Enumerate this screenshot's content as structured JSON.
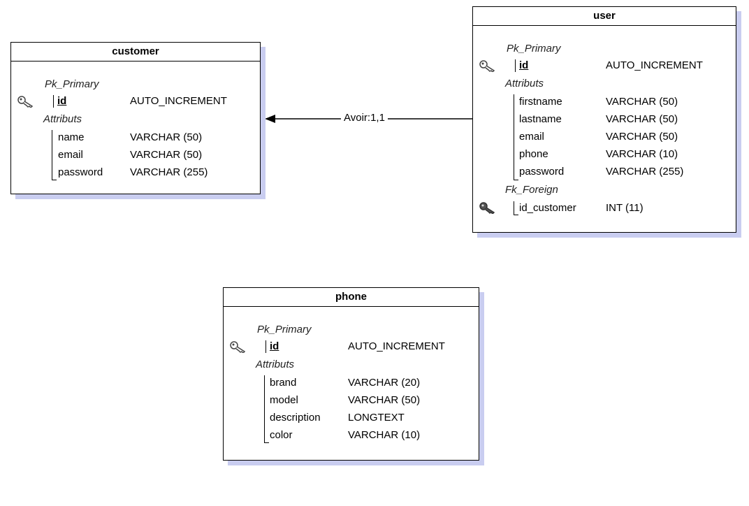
{
  "entities": {
    "customer": {
      "title": "customer",
      "pk_label": "Pk_Primary",
      "pk_field": {
        "name": "id",
        "type": "AUTO_INCREMENT"
      },
      "attr_label": "Attributs",
      "attributes": [
        {
          "name": "name",
          "type": "VARCHAR (50)"
        },
        {
          "name": "email",
          "type": "VARCHAR (50)"
        },
        {
          "name": "password",
          "type": "VARCHAR (255)"
        }
      ]
    },
    "user": {
      "title": "user",
      "pk_label": "Pk_Primary",
      "pk_field": {
        "name": "id",
        "type": "AUTO_INCREMENT"
      },
      "attr_label": "Attributs",
      "attributes": [
        {
          "name": "firstname",
          "type": "VARCHAR (50)"
        },
        {
          "name": "lastname",
          "type": "VARCHAR (50)"
        },
        {
          "name": "email",
          "type": "VARCHAR (50)"
        },
        {
          "name": "phone",
          "type": "VARCHAR (10)"
        },
        {
          "name": "password",
          "type": "VARCHAR (255)"
        }
      ],
      "fk_label": "Fk_Foreign",
      "fk_field": {
        "name": "id_customer",
        "type": "INT (11)"
      }
    },
    "phone": {
      "title": "phone",
      "pk_label": "Pk_Primary",
      "pk_field": {
        "name": "id",
        "type": "AUTO_INCREMENT"
      },
      "attr_label": "Attributs",
      "attributes": [
        {
          "name": "brand",
          "type": "VARCHAR (20)"
        },
        {
          "name": "model",
          "type": "VARCHAR (50)"
        },
        {
          "name": "description",
          "type": "LONGTEXT"
        },
        {
          "name": "color",
          "type": "VARCHAR (10)"
        }
      ]
    }
  },
  "relation": {
    "label": "Avoir:1,1"
  },
  "icons": {
    "primary_key": "key-outline-icon",
    "foreign_key": "key-filled-icon"
  },
  "colors": {
    "shadow": "#c9cdf0",
    "border": "#000000"
  }
}
